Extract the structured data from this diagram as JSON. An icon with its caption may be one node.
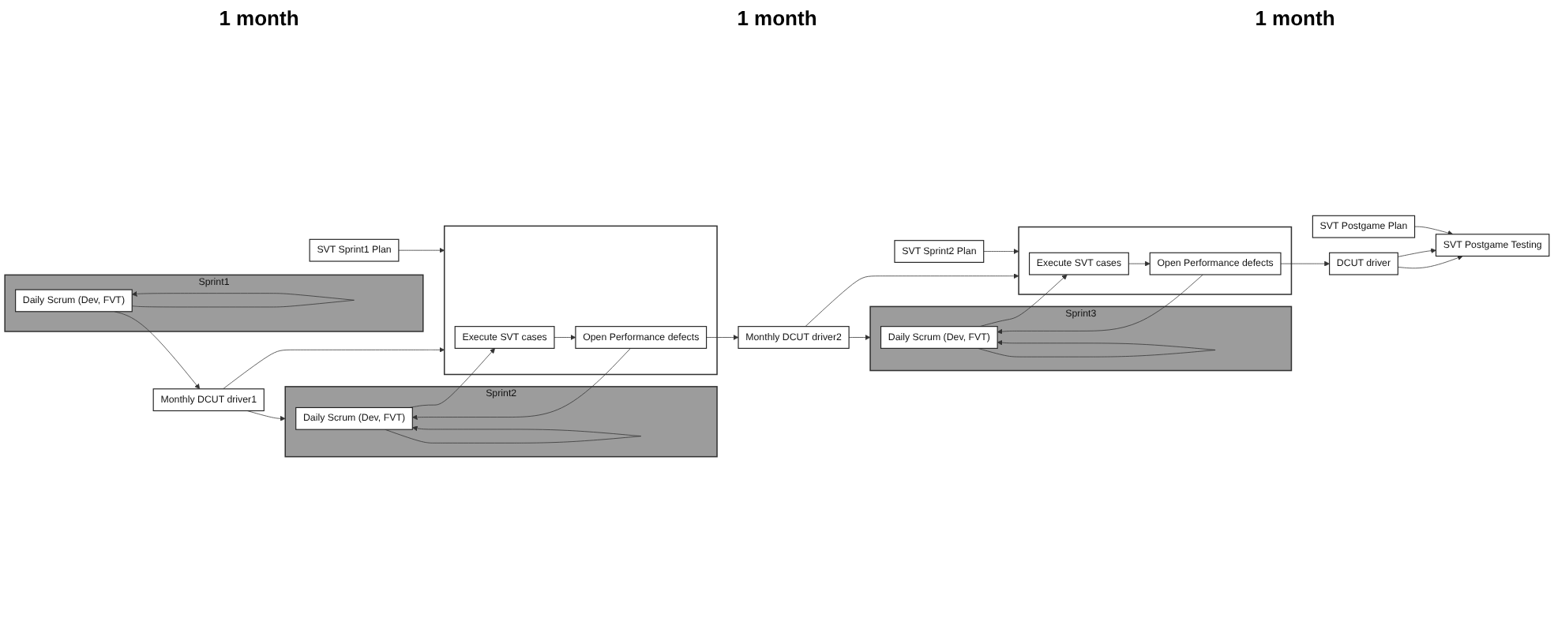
{
  "diagram": {
    "nodes": [
      {
        "text": [
          "Sprint1"
        ]
      },
      {
        "text": [
          "Daily Scrum (Dev, FVT)"
        ],
        "in": 0
      },
      {
        "text": [
          "Monthly DCUT driver1"
        ]
      },
      {
        "text": [
          "SVT Sprint1 Plan"
        ]
      },
      {
        "text": [
          "Sprint2"
        ]
      },
      {
        "text": [
          "Daily Scrum (Dev, FVT)"
        ],
        "in": 4
      },
      {
        "text": [
          "Monthly DCUT driver2"
        ]
      },
      {
        "text": [],
        "shape": "box"
      },
      {
        "text": [
          "Execute SVT cases"
        ],
        "in": 7
      },
      {
        "text": [
          "Open Performance defects"
        ],
        "in": 7
      },
      {
        "text": [
          "SVT Sprint2 Plan"
        ]
      },
      {
        "text": [
          "Sprint3"
        ]
      },
      {
        "text": [
          "Daily Scrum (Dev, FVT)"
        ],
        "in": 11
      },
      {
        "text": [
          "DCUT driver"
        ]
      },
      {
        "text": [],
        "shape": "box"
      },
      {
        "text": [
          "Execute SVT cases"
        ],
        "in": 14
      },
      {
        "text": [
          "Open Performance defects"
        ],
        "in": 14
      },
      {
        "text": [
          "SVT Postgame Plan"
        ]
      },
      {
        "text": [
          "SVT Postgame Testing"
        ]
      }
    ],
    "edges": [
      {
        "from": 1,
        "to": 1,
        "arrow": "to"
      },
      {
        "from": 1,
        "to": 2,
        "arrow": "to"
      },
      {
        "from": 2,
        "to": 4,
        "arrow": "to"
      },
      {
        "from": 2,
        "to": 7,
        "arrow": "to"
      },
      {
        "from": 3,
        "to": 7,
        "arrow": "to"
      },
      {
        "from": 5,
        "to": 5,
        "arrow": "to"
      },
      {
        "from": 5,
        "to": 8,
        "arrow": "to"
      },
      {
        "from": 8,
        "to": 9,
        "arrow": "to"
      },
      {
        "from": 9,
        "to": 5,
        "arrow": "to"
      },
      {
        "from": 9,
        "to": 6,
        "arrow": "to"
      },
      {
        "from": 6,
        "to": 11,
        "arrow": "to"
      },
      {
        "from": 6,
        "to": 14,
        "arrow": "to"
      },
      {
        "from": 10,
        "to": 14,
        "arrow": "to"
      },
      {
        "from": 12,
        "to": 12,
        "arrow": "to"
      },
      {
        "from": 12,
        "to": 15,
        "arrow": "to"
      },
      {
        "from": 15,
        "to": 16,
        "arrow": "to"
      },
      {
        "from": 16,
        "to": 12,
        "arrow": "to"
      },
      {
        "from": 16,
        "to": 13,
        "arrow": "to"
      },
      {
        "from": 13,
        "to": 18,
        "arrow": "to"
      },
      {
        "from": 13,
        "to": 18,
        "arrow": "to"
      },
      {
        "from": 17,
        "to": 18,
        "arrow": "to"
      }
    ],
    "labels": [
      "1 month",
      "1 month",
      "1 month"
    ]
  }
}
